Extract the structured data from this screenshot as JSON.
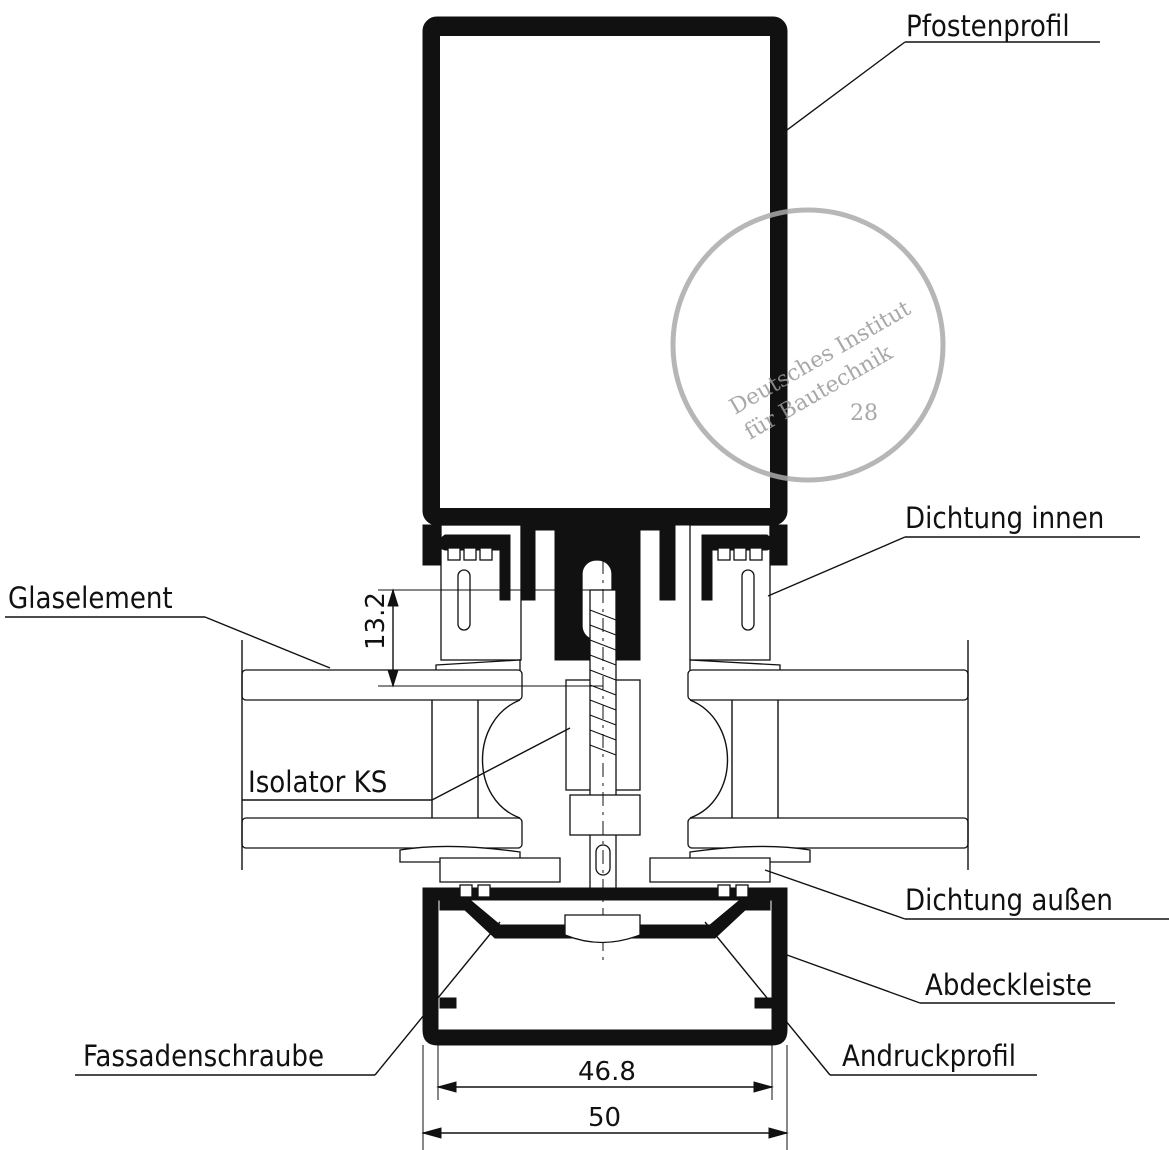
{
  "labels": {
    "pfostenprofil": "Pfostenprofil",
    "dichtung_innen": "Dichtung innen",
    "glaselement": "Glaselement",
    "isolator_ks": "Isolator KS",
    "dichtung_aussen": "Dichtung außen",
    "abdeckleiste": "Abdeckleiste",
    "fassadenschraube": "Fassadenschraube",
    "andruckprofil": "Andruckprofil"
  },
  "dimensions": {
    "vertical": "13.2",
    "inner_width": "46.8",
    "outer_width": "50"
  },
  "stamp": {
    "line1": "Deutsches Institut",
    "line2": "für Bautechnik",
    "number": "28"
  },
  "colors": {
    "line": "#111111",
    "stamp": "#999999"
  }
}
